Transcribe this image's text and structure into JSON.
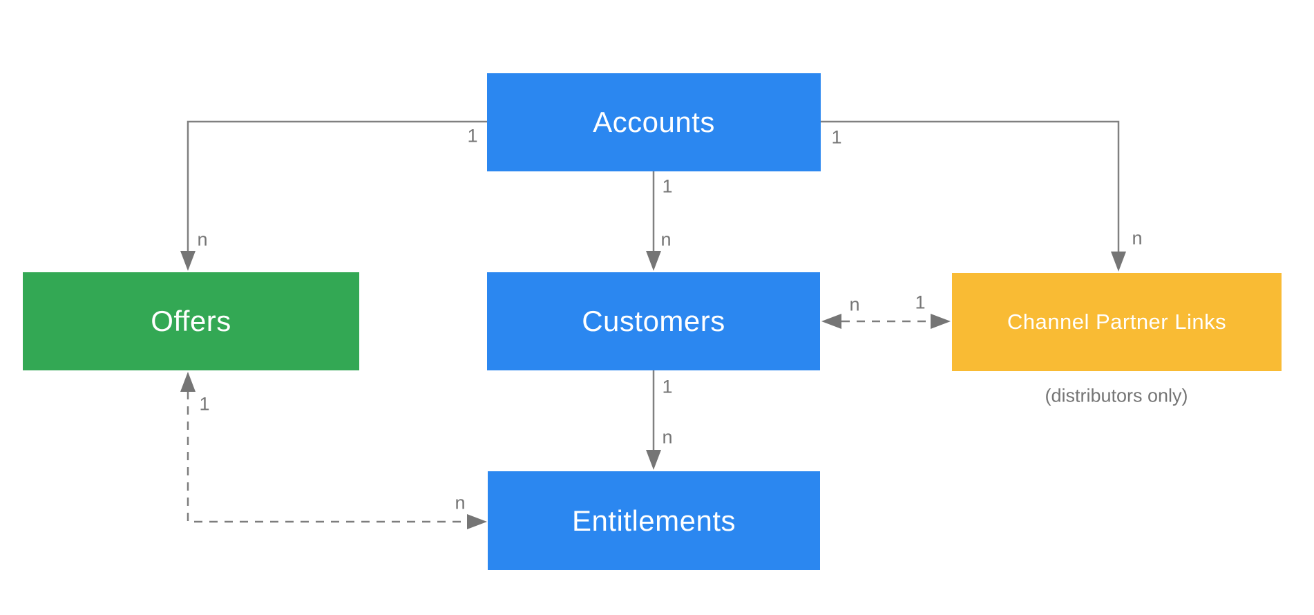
{
  "nodes": {
    "accounts": {
      "label": "Accounts",
      "fill": "#2b87f0"
    },
    "offers": {
      "label": "Offers",
      "fill": "#33a854"
    },
    "customers": {
      "label": "Customers",
      "fill": "#2b87f0"
    },
    "channel_partner_links": {
      "label": "Channel Partner Links",
      "fill": "#f9bb34",
      "caption": "(distributors only)"
    },
    "entitlements": {
      "label": "Entitlements",
      "fill": "#2b87f0"
    }
  },
  "edges": {
    "accounts_offers": {
      "from": "Accounts",
      "to": "Offers",
      "line": "solid",
      "arrows": "to",
      "source_label": "1",
      "target_label": "n"
    },
    "accounts_customers": {
      "from": "Accounts",
      "to": "Customers",
      "line": "solid",
      "arrows": "to",
      "source_label": "1",
      "target_label": "n"
    },
    "accounts_channel_partner_links": {
      "from": "Accounts",
      "to": "Channel Partner Links",
      "line": "solid",
      "arrows": "to",
      "source_label": "1",
      "target_label": "n"
    },
    "customers_entitlements": {
      "from": "Customers",
      "to": "Entitlements",
      "line": "solid",
      "arrows": "to",
      "source_label": "1",
      "target_label": "n"
    },
    "customers_channel_partner_links": {
      "from": "Customers",
      "to": "Channel Partner Links",
      "line": "dashed",
      "arrows": "both",
      "source_label": "n",
      "target_label": "1"
    },
    "entitlements_offers": {
      "from": "Entitlements",
      "to": "Offers",
      "line": "dashed",
      "arrows": "both",
      "source_label": "n",
      "target_label": "1"
    }
  },
  "colors": {
    "background": "#ffffff",
    "node_text": "#ffffff",
    "connector": "#808080",
    "multiplicity_text": "#757575",
    "blue": "#2b87f0",
    "green": "#33a854",
    "yellow": "#f9bb34"
  }
}
